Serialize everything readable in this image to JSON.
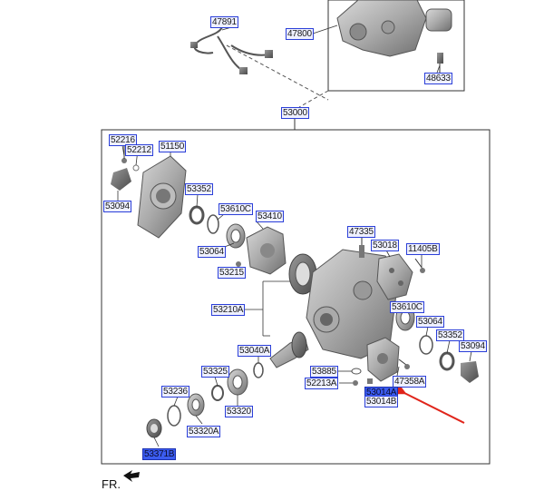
{
  "parts": {
    "p47891": "47891",
    "p47800": "47800",
    "p48633": "48633",
    "p53000": "53000",
    "p52216": "52216",
    "p52212": "52212",
    "p51150": "51150",
    "p53352a": "53352",
    "p53094a": "53094",
    "p53610c_a": "53610C",
    "p53410": "53410",
    "p53064a": "53064",
    "p53215": "53215",
    "p47335": "47335",
    "p53018": "53018",
    "p11405b": "11405B",
    "p53210a": "53210A",
    "p53610c_b": "53610C",
    "p53064b": "53064",
    "p53352b": "53352",
    "p53094b": "53094",
    "p53040a": "53040A",
    "p53325": "53325",
    "p53885": "53885",
    "p47358a": "47358A",
    "p52213a": "52213A",
    "p53014a": "53014A",
    "p53014b": "53014B",
    "p53236": "53236",
    "p53320": "53320",
    "p53320a": "53320A",
    "p53371b": "53371B"
  },
  "orientation_label": "FR.",
  "colors": {
    "label_border": "#2b3fd8",
    "label_fill": "#eef0ff",
    "highlight_fill": "#3b5cf0",
    "pointer_arrow": "#e0241a"
  }
}
